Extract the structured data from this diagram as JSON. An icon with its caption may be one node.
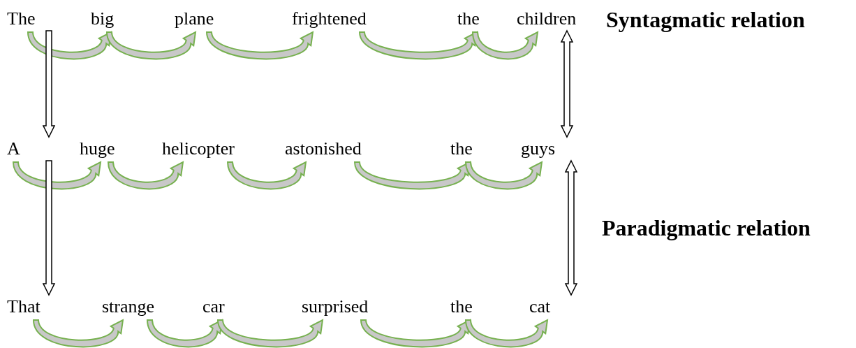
{
  "diagram": {
    "nodes": [
      {
        "text": [
          "The"
        ]
      },
      {
        "text": [
          "big"
        ]
      },
      {
        "text": [
          "plane"
        ]
      },
      {
        "text": [
          "frightened"
        ]
      },
      {
        "text": [
          "the"
        ]
      },
      {
        "text": [
          "children"
        ]
      },
      {
        "text": [
          "A"
        ]
      },
      {
        "text": [
          "huge"
        ]
      },
      {
        "text": [
          "helicopter"
        ]
      },
      {
        "text": [
          "astonished"
        ]
      },
      {
        "text": [
          "the"
        ]
      },
      {
        "text": [
          "guys"
        ]
      },
      {
        "text": [
          "That"
        ]
      },
      {
        "text": [
          "strange"
        ]
      },
      {
        "text": [
          "car"
        ]
      },
      {
        "text": [
          "surprised"
        ]
      },
      {
        "text": [
          "the"
        ]
      },
      {
        "text": [
          "cat"
        ]
      }
    ],
    "edges": [
      {
        "from": 0,
        "to": 1,
        "arrow": "to"
      },
      {
        "from": 1,
        "to": 2,
        "arrow": "to"
      },
      {
        "from": 2,
        "to": 3,
        "arrow": "to"
      },
      {
        "from": 3,
        "to": 4,
        "arrow": "to"
      },
      {
        "from": 4,
        "to": 5,
        "arrow": "to"
      },
      {
        "from": 6,
        "to": 7,
        "arrow": "to"
      },
      {
        "from": 7,
        "to": 8,
        "arrow": "to"
      },
      {
        "from": 8,
        "to": 9,
        "arrow": "to"
      },
      {
        "from": 9,
        "to": 10,
        "arrow": "to"
      },
      {
        "from": 10,
        "to": 11,
        "arrow": "to"
      },
      {
        "from": 12,
        "to": 13,
        "arrow": "to"
      },
      {
        "from": 13,
        "to": 14,
        "arrow": "to"
      },
      {
        "from": 14,
        "to": 15,
        "arrow": "to"
      },
      {
        "from": 15,
        "to": 16,
        "arrow": "to"
      },
      {
        "from": 16,
        "to": 17,
        "arrow": "to"
      },
      {
        "from": 0,
        "to": 6,
        "arrow": "to",
        "color": "#000000"
      },
      {
        "from": 6,
        "to": 12,
        "arrow": "to",
        "color": "#000000"
      },
      {
        "from": 5,
        "to": 11,
        "arrow": "both",
        "color": "#000000"
      },
      {
        "from": 11,
        "to": 17,
        "arrow": "both",
        "color": "#000000"
      }
    ],
    "labels": [
      "Syntagmatic relation",
      "Paradigmatic relation"
    ]
  }
}
